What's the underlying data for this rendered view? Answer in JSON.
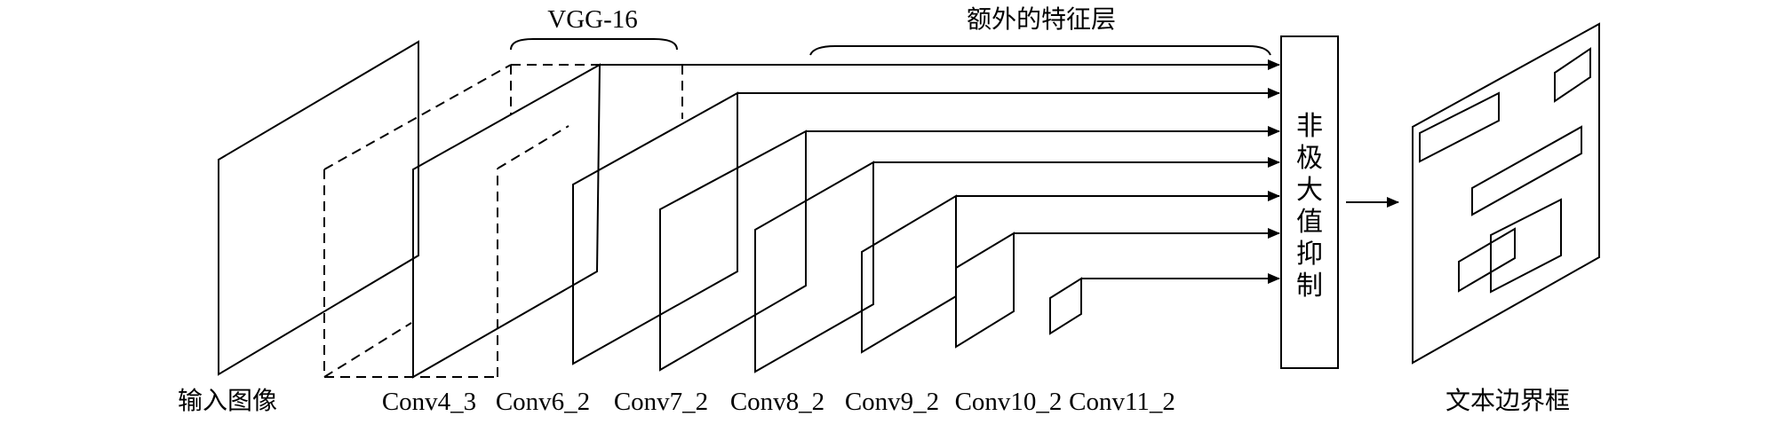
{
  "labels": {
    "vgg": "VGG-16",
    "extra": "额外的特征层",
    "input": "输入图像",
    "output": "文本边界框",
    "nms": [
      "非",
      "极",
      "大",
      "值",
      "抑",
      "制"
    ]
  },
  "layers": [
    "Conv4_3",
    "Conv6_2",
    "Conv7_2",
    "Conv8_2",
    "Conv9_2",
    "Conv10_2",
    "Conv11_2"
  ]
}
